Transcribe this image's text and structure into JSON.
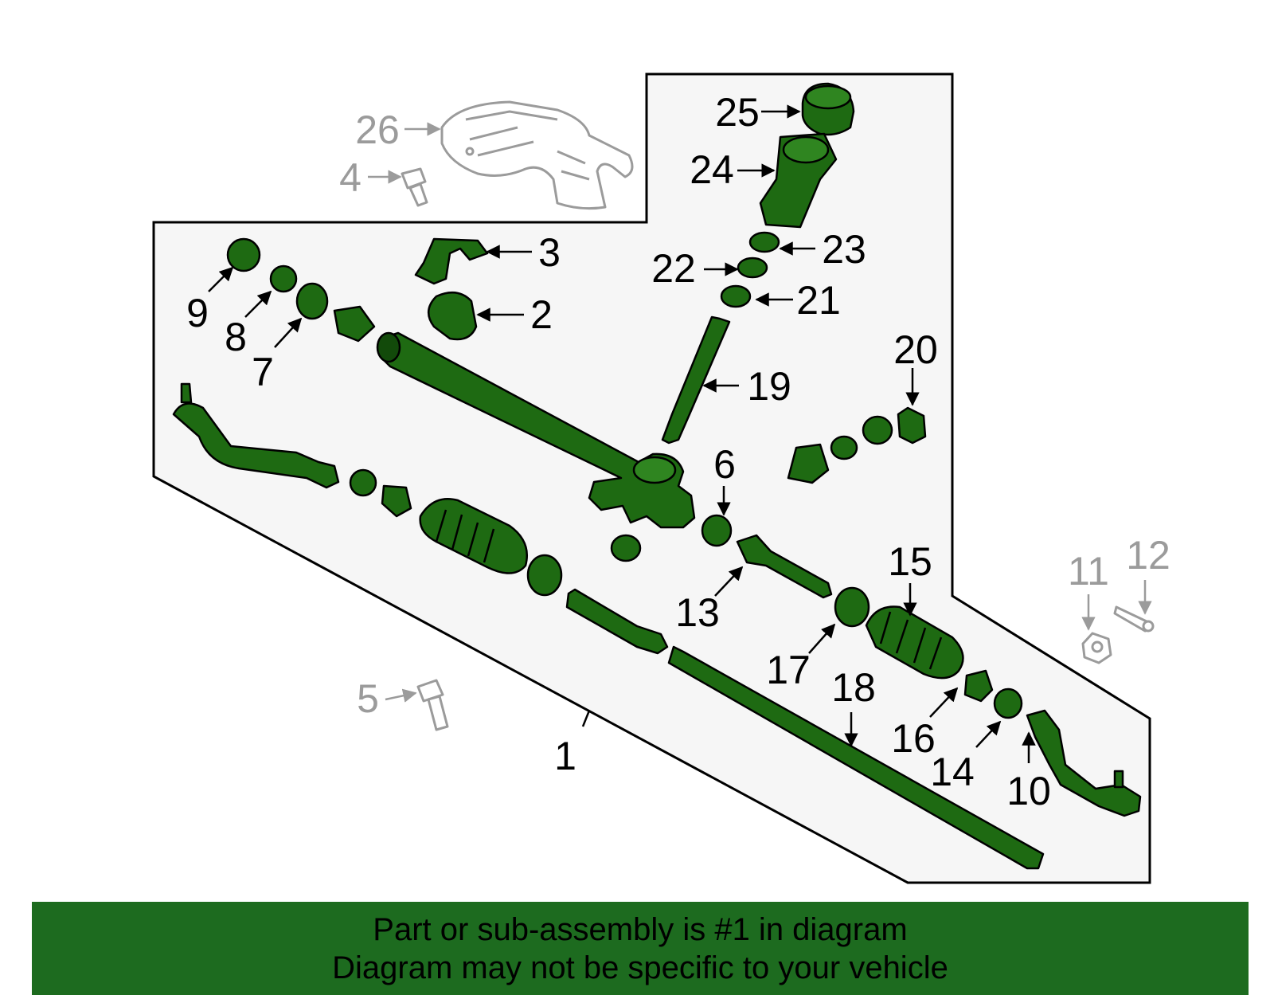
{
  "callouts": {
    "c1": "1",
    "c2": "2",
    "c3": "3",
    "c4": "4",
    "c5": "5",
    "c6": "6",
    "c7": "7",
    "c8": "8",
    "c9": "9",
    "c10": "10",
    "c11": "11",
    "c12": "12",
    "c13": "13",
    "c14": "14",
    "c15": "15",
    "c16": "16",
    "c17": "17",
    "c18": "18",
    "c19": "19",
    "c20": "20",
    "c21": "21",
    "c22": "22",
    "c23": "23",
    "c24": "24",
    "c25": "25",
    "c26": "26"
  },
  "banner": {
    "line1": "Part or sub-assembly is #1 in diagram",
    "line2": "Diagram may not be specific to your vehicle"
  },
  "colors": {
    "part_fill": "#1e6a12",
    "banner_bg": "#1d6b1f",
    "ghost_label": "#9b9b9b",
    "panel_bg": "#f6f6f6"
  }
}
